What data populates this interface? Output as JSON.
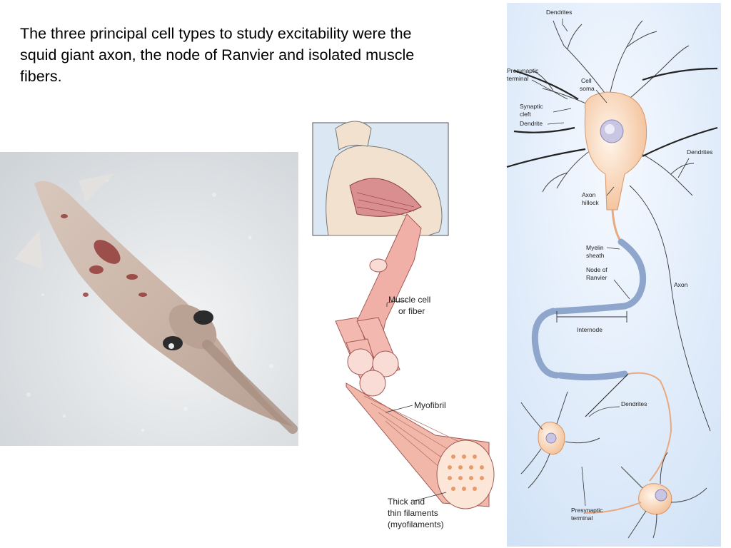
{
  "body_text": "The three principal cell types to study excitability were the squid giant axon, the node of Ranvier and isolated muscle fibers.",
  "muscle_labels": {
    "muscle_cell_1": "Muscle cell",
    "muscle_cell_2": "or fiber",
    "myofibril": "Myofibril",
    "filaments_1": "Thick and",
    "filaments_2": "thin filaments",
    "filaments_3": "(myofilaments)"
  },
  "neuron_labels": {
    "dendrites_top": "Dendrites",
    "presynaptic_1": "Presynaptic",
    "presynaptic_2": "terminal",
    "cell_soma_1": "Cell",
    "cell_soma_2": "soma",
    "synaptic_cleft_1": "Synaptic",
    "synaptic_cleft_2": "cleft",
    "dendrite": "Dendrite",
    "dendrites_right": "Dendrites",
    "axon_hillock_1": "Axon",
    "axon_hillock_2": "hillock",
    "myelin_1": "Myelin",
    "myelin_2": "sheath",
    "node_1": "Node of",
    "node_2": "Ranvier",
    "axon": "Axon",
    "internode": "Internode",
    "dendrites_bottom": "Dendrites",
    "presynaptic_b1": "Presynaptic",
    "presynaptic_b2": "terminal"
  }
}
